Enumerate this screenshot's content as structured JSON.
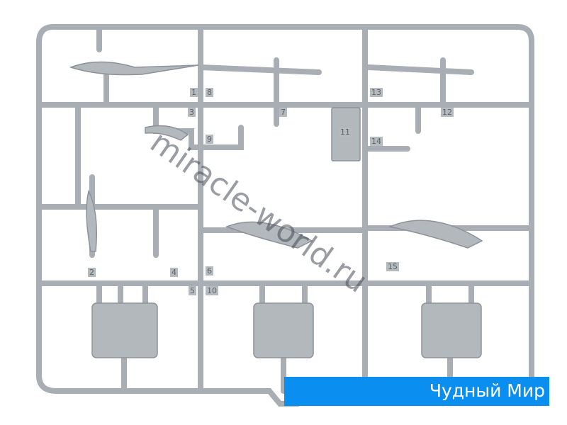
{
  "watermark": "miracle-world.ru",
  "banner": {
    "label": "Чудный Мир",
    "color": "#0a8ff0"
  },
  "part_numbers": [
    "1",
    "8",
    "13",
    "3",
    "7",
    "12",
    "9",
    "14",
    "2",
    "4",
    "6",
    "5",
    "10",
    "15",
    "11"
  ],
  "sprue_color": "#a9aeb4"
}
